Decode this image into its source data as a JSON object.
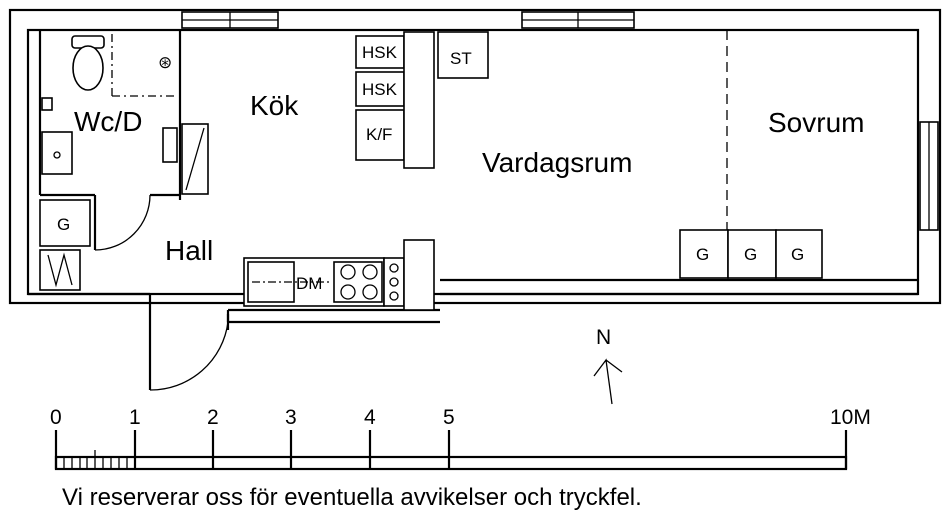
{
  "rooms": {
    "wc": "Wc/D",
    "kitchen": "Kök",
    "living": "Vardagsrum",
    "bedroom": "Sovrum",
    "hall": "Hall"
  },
  "fixtures": {
    "hsk_top": "HSK",
    "hsk_bottom": "HSK",
    "fridge": "K/F",
    "storage": "ST",
    "dishwasher": "DM",
    "closet_hall": "G",
    "closet_1": "G",
    "closet_2": "G",
    "closet_3": "G"
  },
  "compass": {
    "label": "N"
  },
  "scale": {
    "ticks": [
      "0",
      "1",
      "2",
      "3",
      "4",
      "5",
      "10M"
    ]
  },
  "disclaimer": "Vi reserverar oss för eventuella avvikelser och tryckfel."
}
